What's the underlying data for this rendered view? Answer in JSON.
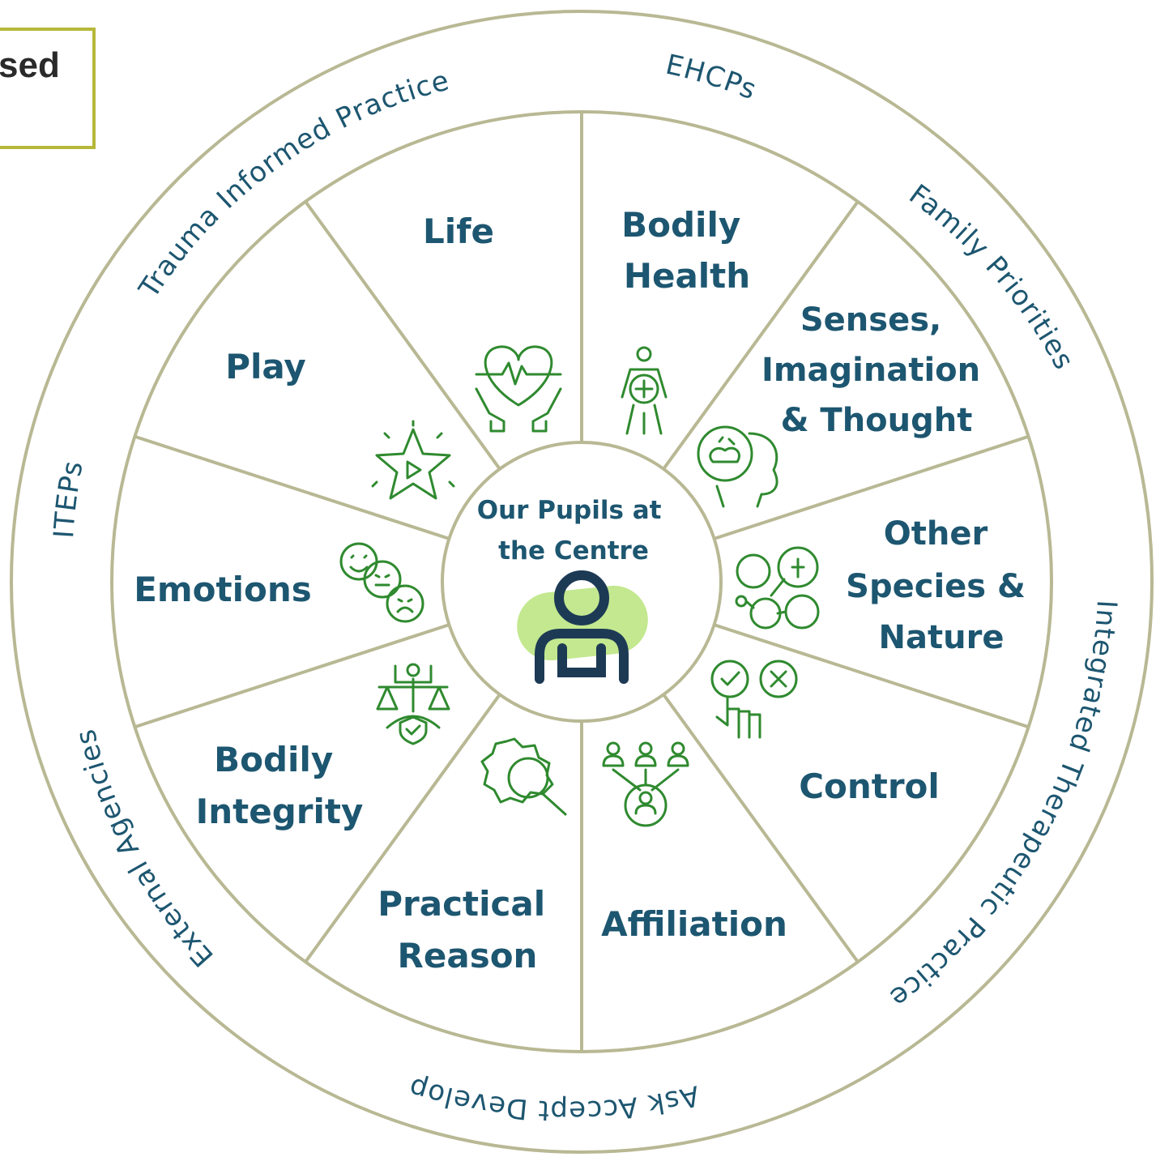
{
  "corner_label": "sed",
  "centre": {
    "line1": "Our Pupils at",
    "line2": "the Centre"
  },
  "segments": [
    {
      "id": "life",
      "lines": [
        "Life"
      ]
    },
    {
      "id": "bodily-health",
      "lines": [
        "Bodily",
        "Health"
      ]
    },
    {
      "id": "senses",
      "lines": [
        "Senses,",
        "Imagination",
        "& Thought"
      ]
    },
    {
      "id": "other-species",
      "lines": [
        "Other",
        "Species &",
        "Nature"
      ]
    },
    {
      "id": "control",
      "lines": [
        "Control"
      ]
    },
    {
      "id": "affiliation",
      "lines": [
        "Affiliation"
      ]
    },
    {
      "id": "practical-reason",
      "lines": [
        "Practical",
        "Reason"
      ]
    },
    {
      "id": "bodily-integrity",
      "lines": [
        "Bodily",
        "Integrity"
      ]
    },
    {
      "id": "emotions",
      "lines": [
        "Emotions"
      ]
    },
    {
      "id": "play",
      "lines": [
        "Play"
      ]
    }
  ],
  "ring": [
    {
      "id": "trauma",
      "text": "Trauma Informed Practice"
    },
    {
      "id": "ehcps",
      "text": "EHCPs"
    },
    {
      "id": "family",
      "text": "Family Priorities"
    },
    {
      "id": "integrated",
      "text": "Integrated Therapeutic Practice"
    },
    {
      "id": "aad",
      "text": "Ask Accept Develop"
    },
    {
      "id": "external",
      "text": "External Agencies"
    },
    {
      "id": "iteps",
      "text": "ITEPs"
    }
  ],
  "icons": [
    "heart-hands-icon",
    "person-health-icon",
    "head-mind-icon",
    "nature-network-icon",
    "choice-hand-icon",
    "group-network-icon",
    "gear-search-icon",
    "balance-shield-icon",
    "faces-emotions-icon",
    "star-play-icon",
    "pupil-person-icon"
  ],
  "colors": {
    "ring_stroke": "#b8b894",
    "text": "#1d5670",
    "icon": "#2f8a2f",
    "accent_blob": "#c3e88f",
    "person": "#1d3a55",
    "corner_border": "#b6b83a"
  }
}
